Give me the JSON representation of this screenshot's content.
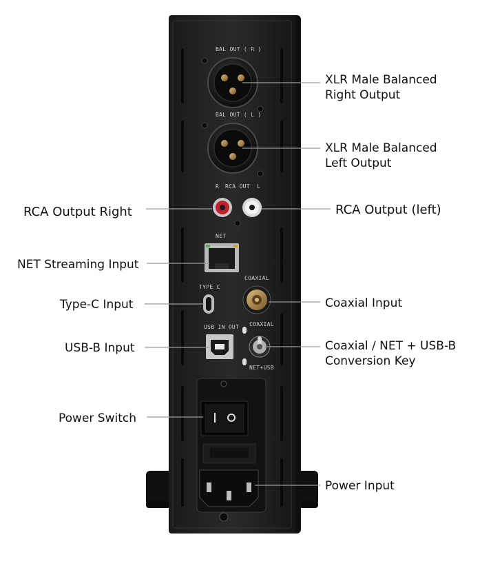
{
  "device": {
    "panel_labels": {
      "bal_out_r": "BAL OUT ( R )",
      "bal_out_l": "BAL OUT ( L )",
      "rca_r": "R",
      "rca_out": "RCA OUT",
      "rca_l": "L",
      "net": "NET",
      "type_c": "TYPE C",
      "coaxial_top": "COAXIAL",
      "usb_in": "USB IN OUT",
      "switch_coaxial": "COAXIAL",
      "switch_net_usb": "NET+USB"
    }
  },
  "callouts": {
    "xlr_right": {
      "line1": "XLR Male Balanced",
      "line2": "Right Output"
    },
    "xlr_left": {
      "line1": "XLR Male Balanced",
      "line2": "Left Output"
    },
    "rca_right": "RCA Output Right",
    "rca_left": "RCA Output (left)",
    "net_input": "NET Streaming Input",
    "type_c_input": "Type-C Input",
    "coaxial_input": "Coaxial Input",
    "usb_b_input": "USB-B Input",
    "conversion_key": {
      "line1": "Coaxial / NET + USB-B",
      "line2": "Conversion Key"
    },
    "power_switch": "Power Switch",
    "power_input": "Power Input"
  }
}
